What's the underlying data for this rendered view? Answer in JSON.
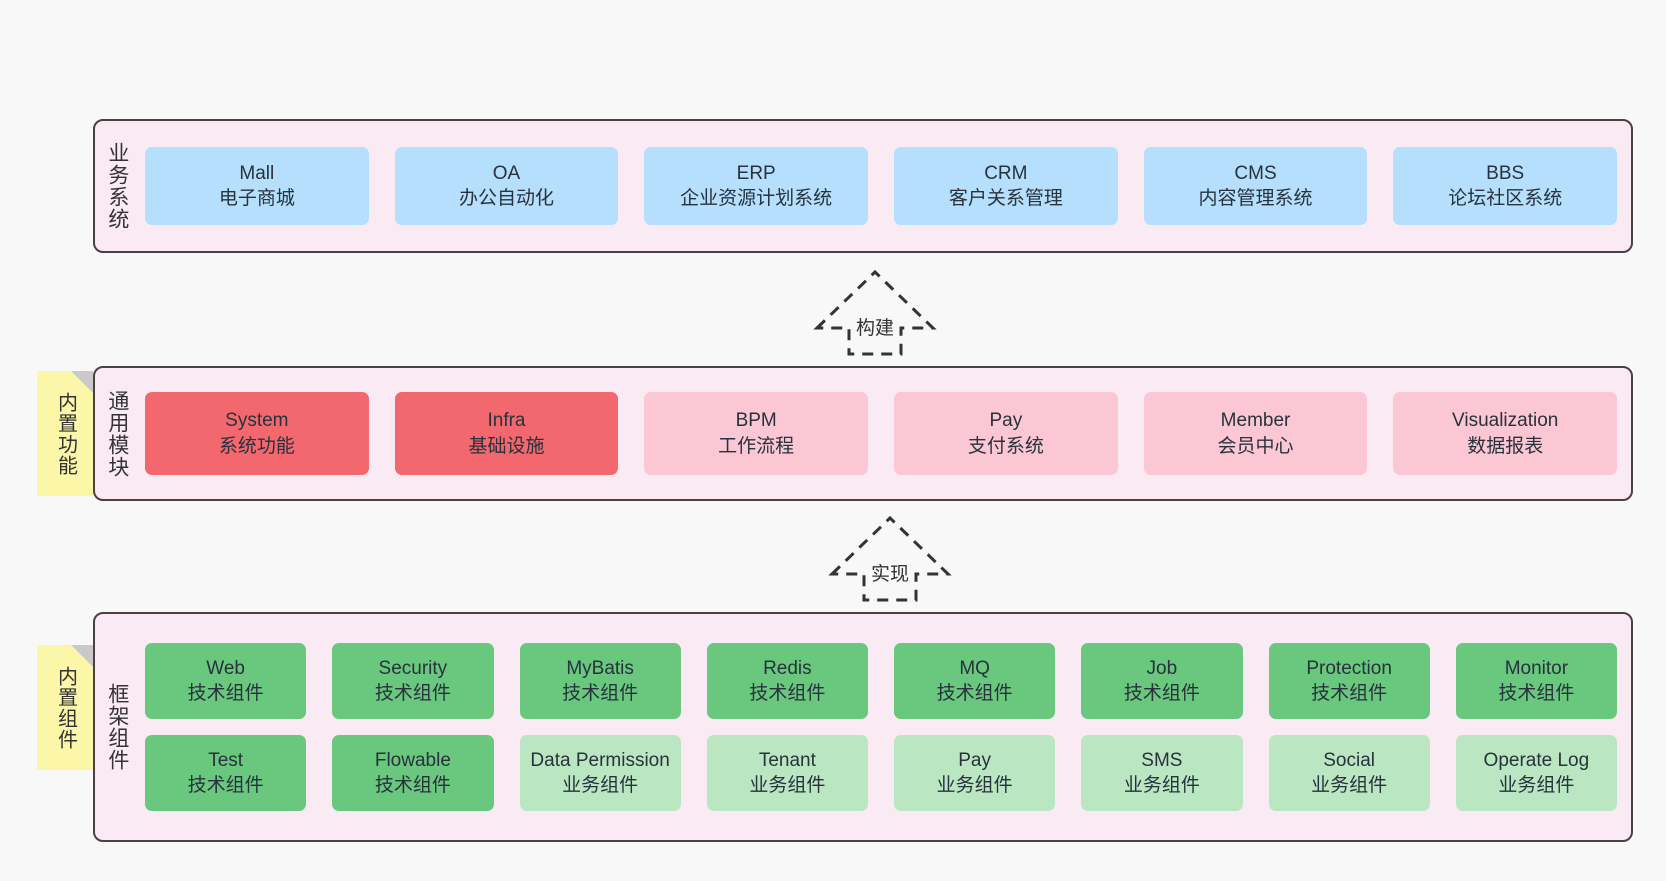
{
  "diagram": {
    "background_color": "#f8f8f8",
    "layer_bg_color": "#f9eaf4",
    "layer_border_color": "#4d4045",
    "note_color": "#fbf6a8",
    "colors": {
      "blue": "#b5dffc",
      "red": "#f2686e",
      "pink": "#fcc7d4",
      "green": "#69c77e",
      "light_green": "#bae7c2"
    }
  },
  "business_layer": {
    "title": "业务系统",
    "cards": [
      {
        "en": "Mall",
        "cn": "电子商城"
      },
      {
        "en": "OA",
        "cn": "办公自动化"
      },
      {
        "en": "ERP",
        "cn": "企业资源计划系统"
      },
      {
        "en": "CRM",
        "cn": "客户关系管理"
      },
      {
        "en": "CMS",
        "cn": "内容管理系统"
      },
      {
        "en": "BBS",
        "cn": "论坛社区系统"
      }
    ]
  },
  "connector_build": {
    "label": "构建"
  },
  "module_layer": {
    "title": "通用模块",
    "note": "内置功能",
    "cards": [
      {
        "en": "System",
        "cn": "系统功能",
        "color": "red"
      },
      {
        "en": "Infra",
        "cn": "基础设施",
        "color": "red"
      },
      {
        "en": "BPM",
        "cn": "工作流程",
        "color": "pink"
      },
      {
        "en": "Pay",
        "cn": "支付系统",
        "color": "pink"
      },
      {
        "en": "Member",
        "cn": "会员中心",
        "color": "pink"
      },
      {
        "en": "Visualization",
        "cn": "数据报表",
        "color": "pink"
      }
    ]
  },
  "connector_implement": {
    "label": "实现"
  },
  "framework_layer": {
    "title": "框架组件",
    "note": "内置组件",
    "row1": [
      {
        "en": "Web",
        "cn": "技术组件",
        "color": "green"
      },
      {
        "en": "Security",
        "cn": "技术组件",
        "color": "green"
      },
      {
        "en": "MyBatis",
        "cn": "技术组件",
        "color": "green"
      },
      {
        "en": "Redis",
        "cn": "技术组件",
        "color": "green"
      },
      {
        "en": "MQ",
        "cn": "技术组件",
        "color": "green"
      },
      {
        "en": "Job",
        "cn": "技术组件",
        "color": "green"
      },
      {
        "en": "Protection",
        "cn": "技术组件",
        "color": "green"
      },
      {
        "en": "Monitor",
        "cn": "技术组件",
        "color": "green"
      }
    ],
    "row2": [
      {
        "en": "Test",
        "cn": "技术组件",
        "color": "green"
      },
      {
        "en": "Flowable",
        "cn": "技术组件",
        "color": "green"
      },
      {
        "en": "Data Permission",
        "cn": "业务组件",
        "color": "light_green"
      },
      {
        "en": "Tenant",
        "cn": "业务组件",
        "color": "light_green"
      },
      {
        "en": "Pay",
        "cn": "业务组件",
        "color": "light_green"
      },
      {
        "en": "SMS",
        "cn": "业务组件",
        "color": "light_green"
      },
      {
        "en": "Social",
        "cn": "业务组件",
        "color": "light_green"
      },
      {
        "en": "Operate Log",
        "cn": "业务组件",
        "color": "light_green"
      }
    ]
  }
}
